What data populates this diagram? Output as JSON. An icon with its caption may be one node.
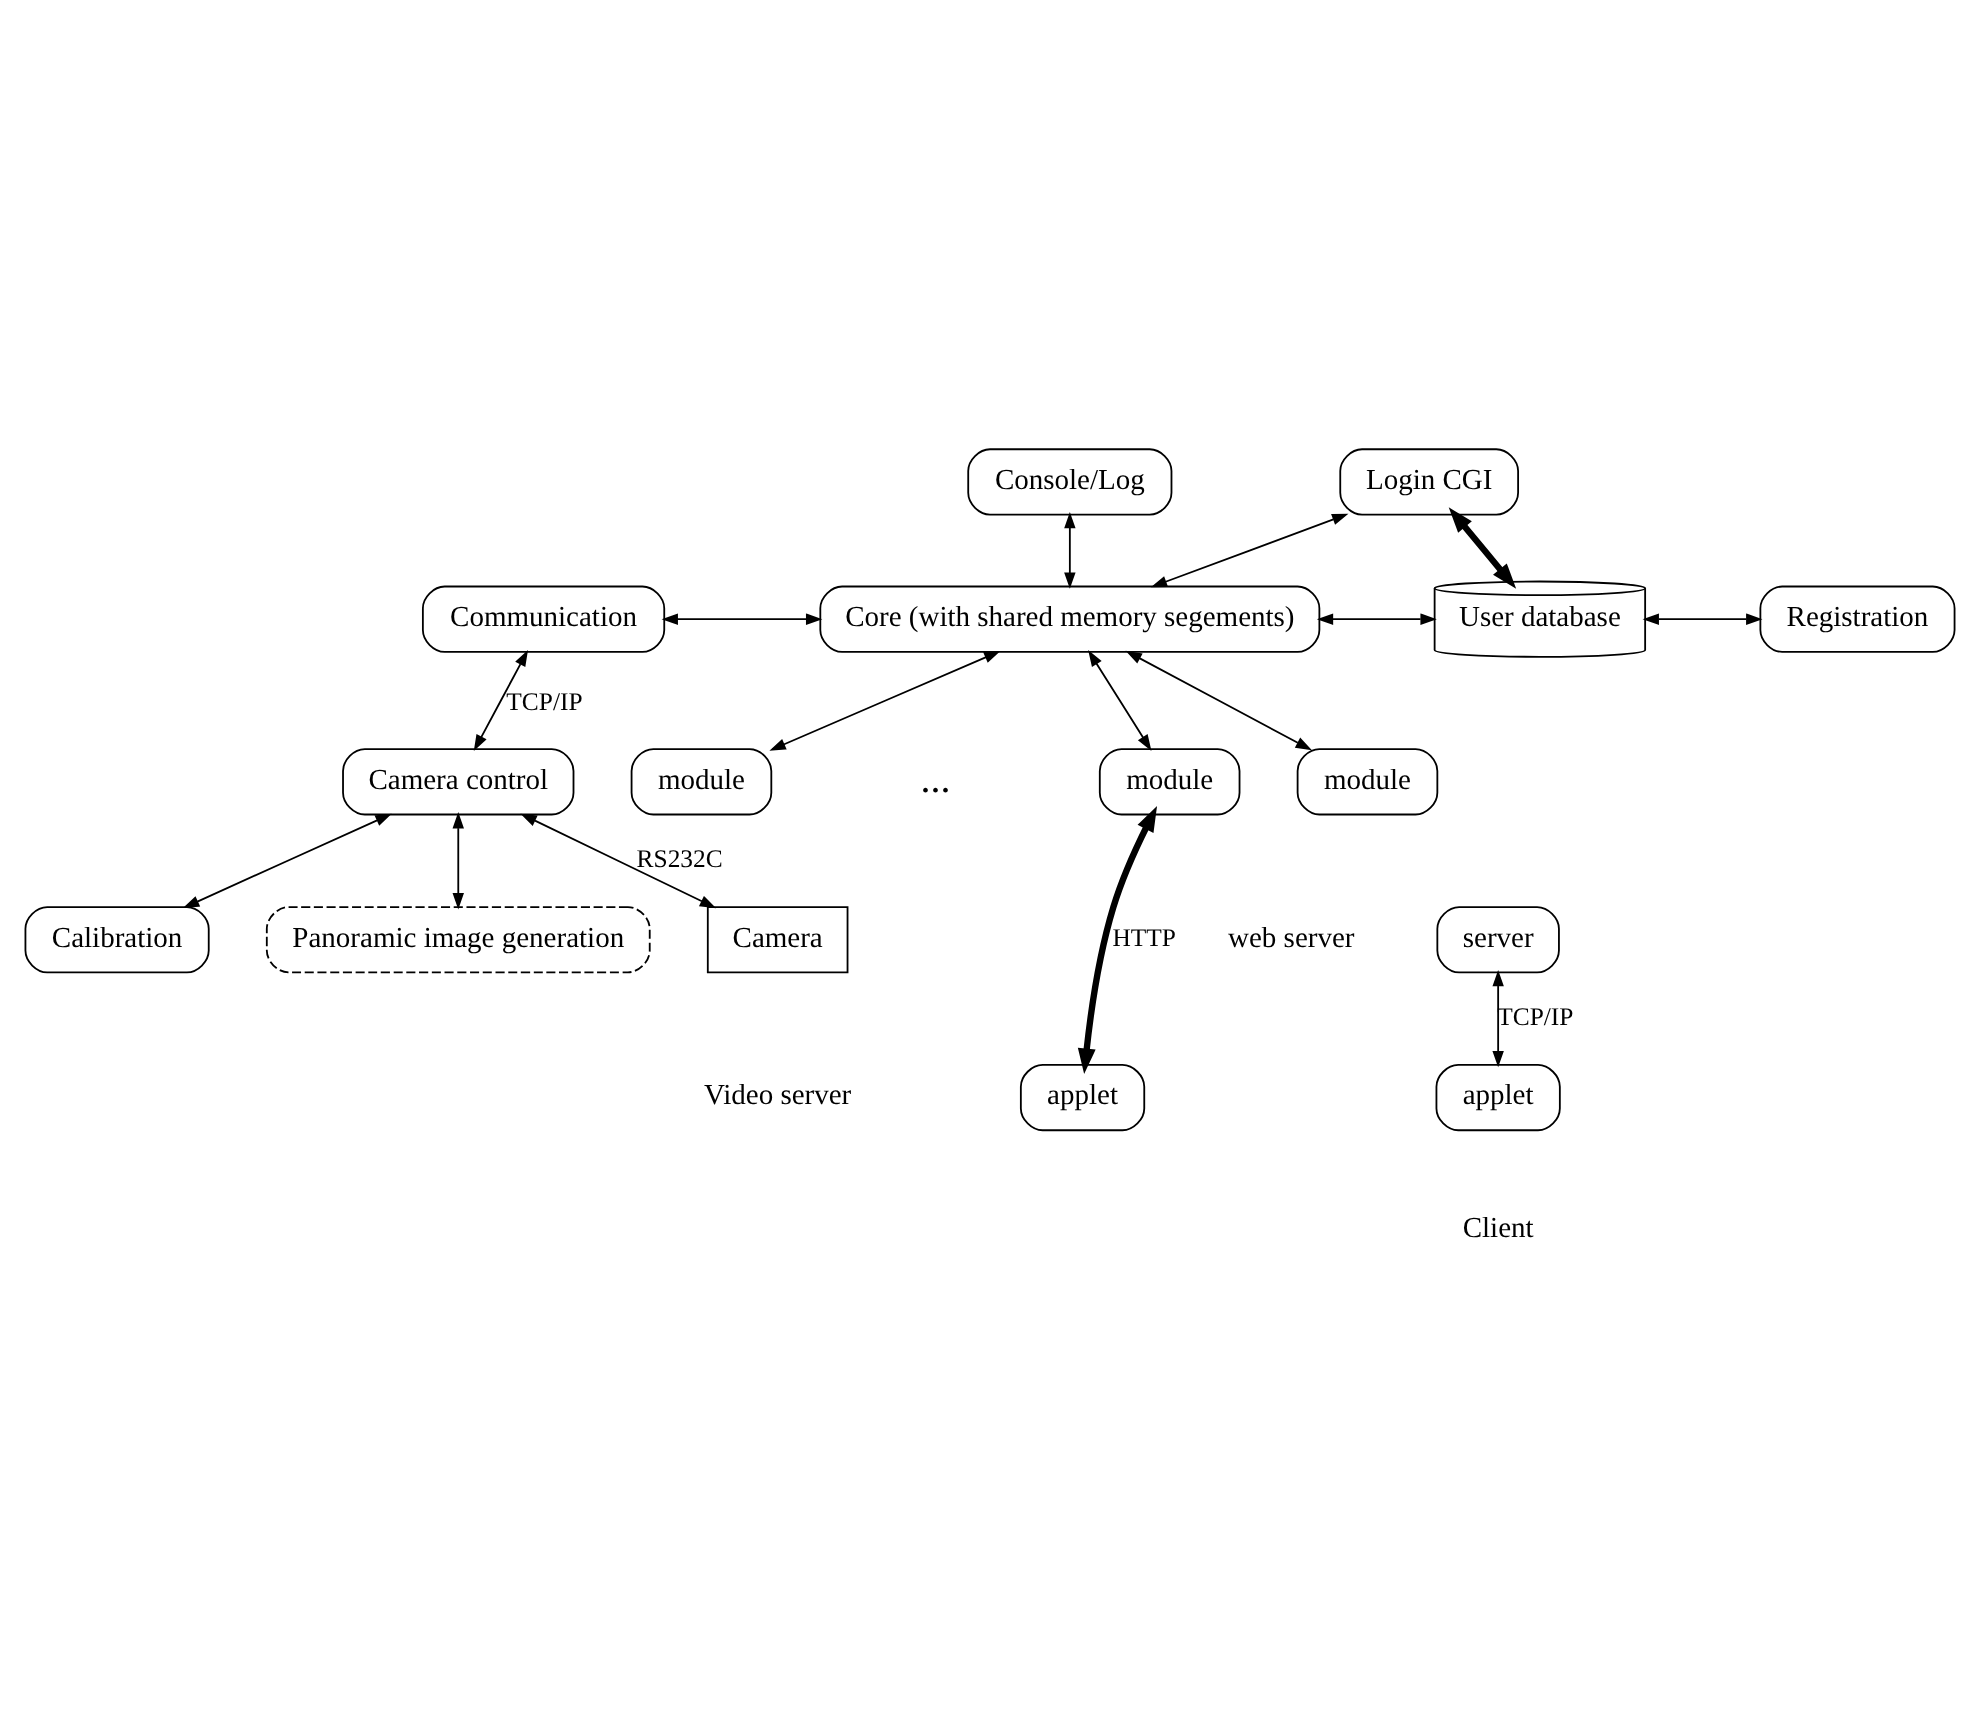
{
  "diagram": {
    "nodes": [
      {
        "text": [
          "Console/Log"
        ]
      },
      {
        "text": [
          "Login CGI"
        ]
      },
      {
        "text": [
          "Communication"
        ]
      },
      {
        "text": [
          "Core (with shared memory segements)"
        ]
      },
      {
        "text": [
          "User database"
        ]
      },
      {
        "text": [
          "Registration"
        ]
      },
      {
        "text": [
          "module"
        ]
      },
      {
        "text": [
          "module"
        ]
      },
      {
        "text": [
          "module"
        ]
      },
      {
        "text": [
          "Calibration"
        ]
      },
      {
        "text": [
          "Camera control"
        ]
      },
      {
        "text": [
          "Panoramic image generation"
        ]
      },
      {
        "text": [
          "Camera"
        ]
      },
      {
        "text": [
          "server"
        ]
      },
      {
        "text": [
          "applet"
        ]
      },
      {
        "text": [
          "applet"
        ]
      }
    ],
    "edges": [
      {
        "from": 0,
        "to": 3,
        "arrow": "both"
      },
      {
        "from": 1,
        "to": 3,
        "arrow": "both"
      },
      {
        "from": 1,
        "to": 4,
        "arrow": "both",
        "style": "thick"
      },
      {
        "from": 2,
        "to": 3,
        "arrow": "both"
      },
      {
        "from": 3,
        "to": 4,
        "arrow": "both"
      },
      {
        "from": 4,
        "to": 5,
        "arrow": "both"
      },
      {
        "from": 3,
        "to": 6,
        "arrow": "both"
      },
      {
        "from": 3,
        "to": 7,
        "arrow": "both"
      },
      {
        "from": 3,
        "to": 8,
        "arrow": "both"
      },
      {
        "from": 2,
        "to": 10,
        "arrow": "both",
        "label": "TCP/IP"
      },
      {
        "from": 10,
        "to": 9,
        "arrow": "both"
      },
      {
        "from": 10,
        "to": 11,
        "arrow": "both"
      },
      {
        "from": 10,
        "to": 12,
        "arrow": "both",
        "label": "RS232C"
      },
      {
        "from": 8,
        "to": 14,
        "arrow": "both",
        "label": "HTTP",
        "style": "thick"
      },
      {
        "from": 13,
        "to": 15,
        "arrow": "both",
        "label": "TCP/IP"
      }
    ],
    "labels": [
      "...",
      "web server",
      "Video server",
      "Client"
    ]
  }
}
